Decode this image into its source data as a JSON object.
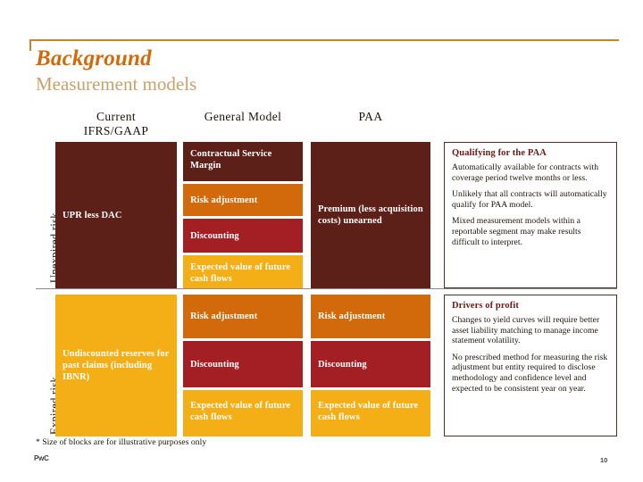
{
  "slide": {
    "title": "Background",
    "subtitle": "Measurement models",
    "footnote": "* Size of blocks are for illustrative purposes only",
    "logo": "PwC",
    "page_number": "10"
  },
  "colors": {
    "rule": "#C8862B",
    "title": "#D2690A",
    "subtitle": "#C8A26A",
    "maroon": "#5C2019",
    "orange": "#D2690A",
    "red": "#A41F23",
    "gold": "#F5AF16",
    "note_heading": "#6E1A17",
    "divider": "#8a8a8a"
  },
  "columns": [
    {
      "id": "current",
      "label_line1": "Current",
      "label_line2": "IFRS/GAAP"
    },
    {
      "id": "general",
      "label_line1": "General Model",
      "label_line2": ""
    },
    {
      "id": "paa",
      "label_line1": "PAA",
      "label_line2": ""
    }
  ],
  "bands": [
    {
      "id": "unexpired",
      "label": "Unexpired risk"
    },
    {
      "id": "expired",
      "label": "Expired risk"
    }
  ],
  "blocks": {
    "unexpired": {
      "current": [
        {
          "text": "UPR less DAC",
          "color": "maroon"
        }
      ],
      "general": [
        {
          "text": "Contractual Service Margin",
          "color": "maroon"
        },
        {
          "text": "Risk adjustment",
          "color": "orange"
        },
        {
          "text": "Discounting",
          "color": "red"
        },
        {
          "text": "Expected value of future cash flows",
          "color": "gold"
        }
      ],
      "paa": [
        {
          "text": "Premium (less acquisition costs) unearned",
          "color": "maroon"
        }
      ]
    },
    "expired": {
      "current": [
        {
          "text": "Undiscounted reserves for past claims (including IBNR)",
          "color": "gold"
        }
      ],
      "general": [
        {
          "text": "Risk adjustment",
          "color": "orange"
        },
        {
          "text": "Discounting",
          "color": "red"
        },
        {
          "text": "Expected value of future cash flows",
          "color": "gold"
        }
      ],
      "paa": [
        {
          "text": "Risk adjustment",
          "color": "orange"
        },
        {
          "text": "Discounting",
          "color": "red"
        },
        {
          "text": "Expected value of future cash flows",
          "color": "gold"
        }
      ]
    }
  },
  "notes": [
    {
      "id": "qualifying",
      "heading": "Qualifying for the PAA",
      "paragraphs": [
        "Automatically available for contracts with coverage period twelve months or less.",
        "Unlikely that all contracts will automatically qualify for PAA model.",
        "Mixed measurement models within a reportable segment may make results difficult to interpret."
      ]
    },
    {
      "id": "drivers",
      "heading": "Drivers of profit",
      "paragraphs": [
        "Changes to yield curves will require better asset liability matching to manage income statement volatility.",
        "No prescribed method for measuring the risk adjustment but entity required to disclose methodology and confidence level and expected to be consistent year on year."
      ]
    }
  ]
}
